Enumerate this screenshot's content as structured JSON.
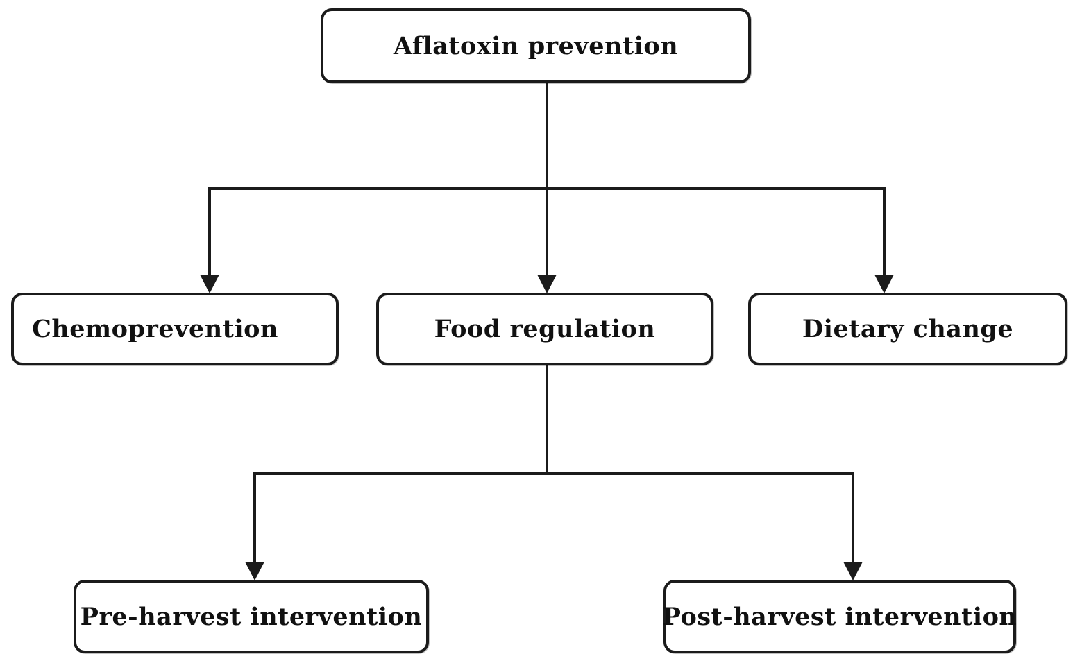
{
  "diagram": {
    "type": "flowchart",
    "title": "Aflatoxin prevention",
    "colors": {
      "background": "#ffffff",
      "line": "#1b1b1b",
      "box_border": "#1b1b1b",
      "box_fill": "#ffffff",
      "text": "#111111"
    },
    "nodes": [
      {
        "id": "aflatoxin-prevention",
        "label": "Aflatoxin prevention",
        "level": 0
      },
      {
        "id": "chemoprevention",
        "label": "Chemoprevention",
        "level": 1
      },
      {
        "id": "food-regulation",
        "label": "Food regulation",
        "level": 1
      },
      {
        "id": "dietary-change",
        "label": "Dietary change",
        "level": 1
      },
      {
        "id": "pre-harvest-intervention",
        "label": "Pre-harvest intervention",
        "level": 2
      },
      {
        "id": "post-harvest-intervention",
        "label": "Post-harvest intervention",
        "level": 2
      }
    ],
    "edges": [
      {
        "from": "Aflatoxin prevention",
        "to": "Chemoprevention"
      },
      {
        "from": "Aflatoxin prevention",
        "to": "Food regulation"
      },
      {
        "from": "Aflatoxin prevention",
        "to": "Dietary change"
      },
      {
        "from": "Food regulation",
        "to": "Pre-harvest intervention"
      },
      {
        "from": "Food regulation",
        "to": "Post-harvest intervention"
      }
    ]
  }
}
